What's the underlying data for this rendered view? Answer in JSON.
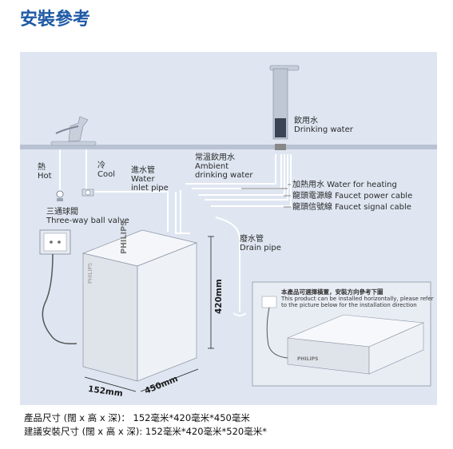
{
  "title": "安裝參考",
  "labels": {
    "hot_zh": "熱",
    "hot_en": "Hot",
    "cool_zh": "冷",
    "cool_en": "Cool",
    "inlet_zh": "進水管",
    "inlet_en1": "Water",
    "inlet_en2": "inlet pipe",
    "ambient_zh": "常溫飲用水",
    "ambient_en1": "Ambient",
    "ambient_en2": "drinking water",
    "drinking_zh": "飲用水",
    "drinking_en": "Drinking water",
    "valve_zh": "三通球閥",
    "valve_en": "Three-way ball valve",
    "heating": "加熱用水 Water for heating",
    "power_cable": "龍頭電源線 Faucet power cable",
    "signal_cable": "龍頭信號線 Faucet signal cable",
    "drain_zh": "廢水管",
    "drain_en": "Drain pipe"
  },
  "brand": "PHILIPS",
  "dimensions": {
    "height": "420mm",
    "width": "450mm",
    "depth": "152mm"
  },
  "inset": {
    "line1": "本產品可選擇橫置，安裝方向參考下圖",
    "line2": "This product can be installed horizontally, please refer",
    "line3": "to the picture below for the installation direction"
  },
  "footer": {
    "line1": "產品尺寸 (闊 x 高 x 深)： 152毫米*420毫米*450毫米",
    "line2": "建議安裝尺寸 (闊 x 高 x 深): 152毫米*420毫米*520毫米*"
  },
  "colors": {
    "title": "#1f5aa6",
    "panel": "#dfe6f1",
    "lines": "#ffffff",
    "device": "#eef1f6"
  }
}
